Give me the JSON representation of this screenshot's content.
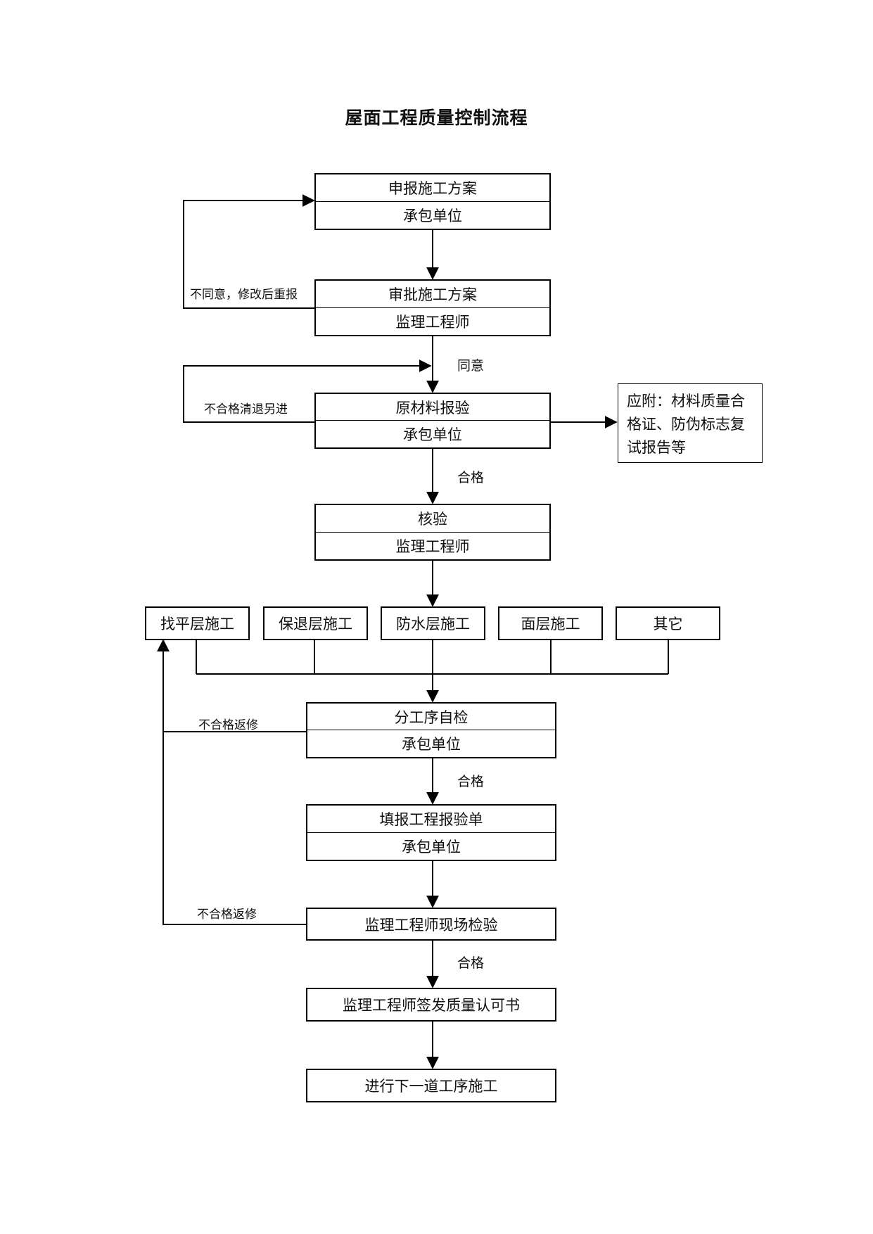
{
  "title": "屋面工程质量控制流程",
  "steps": {
    "submit_plan": {
      "action": "申报施工方案",
      "party": "承包单位"
    },
    "approve_plan": {
      "action": "审批施工方案",
      "party": "监理工程师"
    },
    "material_inspect": {
      "action": "原材料报验",
      "party": "承包单位"
    },
    "verify": {
      "action": "核验",
      "party": "监理工程师"
    },
    "self_check": {
      "action": "分工序自检",
      "party": "承包单位"
    },
    "fill_form": {
      "action": "填报工程报验单",
      "party": "承包单位"
    },
    "site_inspect": "监理工程师现场检验",
    "sign_cert": "监理工程师签发质量认可书",
    "next_process": "进行下一道工序施工"
  },
  "work_items": [
    "找平层施工",
    "保退层施工",
    "防水层施工",
    "面层施工",
    "其它"
  ],
  "labels": {
    "disagree": "不同意，修改后重报",
    "agree": "同意",
    "reject_material": "不合格清退另进",
    "pass1": "合格",
    "rework1": "不合格返修",
    "pass2": "合格",
    "rework2": "不合格返修",
    "pass3": "合格"
  },
  "note": "应附：材料质量合格证、防伪标志复试报告等"
}
